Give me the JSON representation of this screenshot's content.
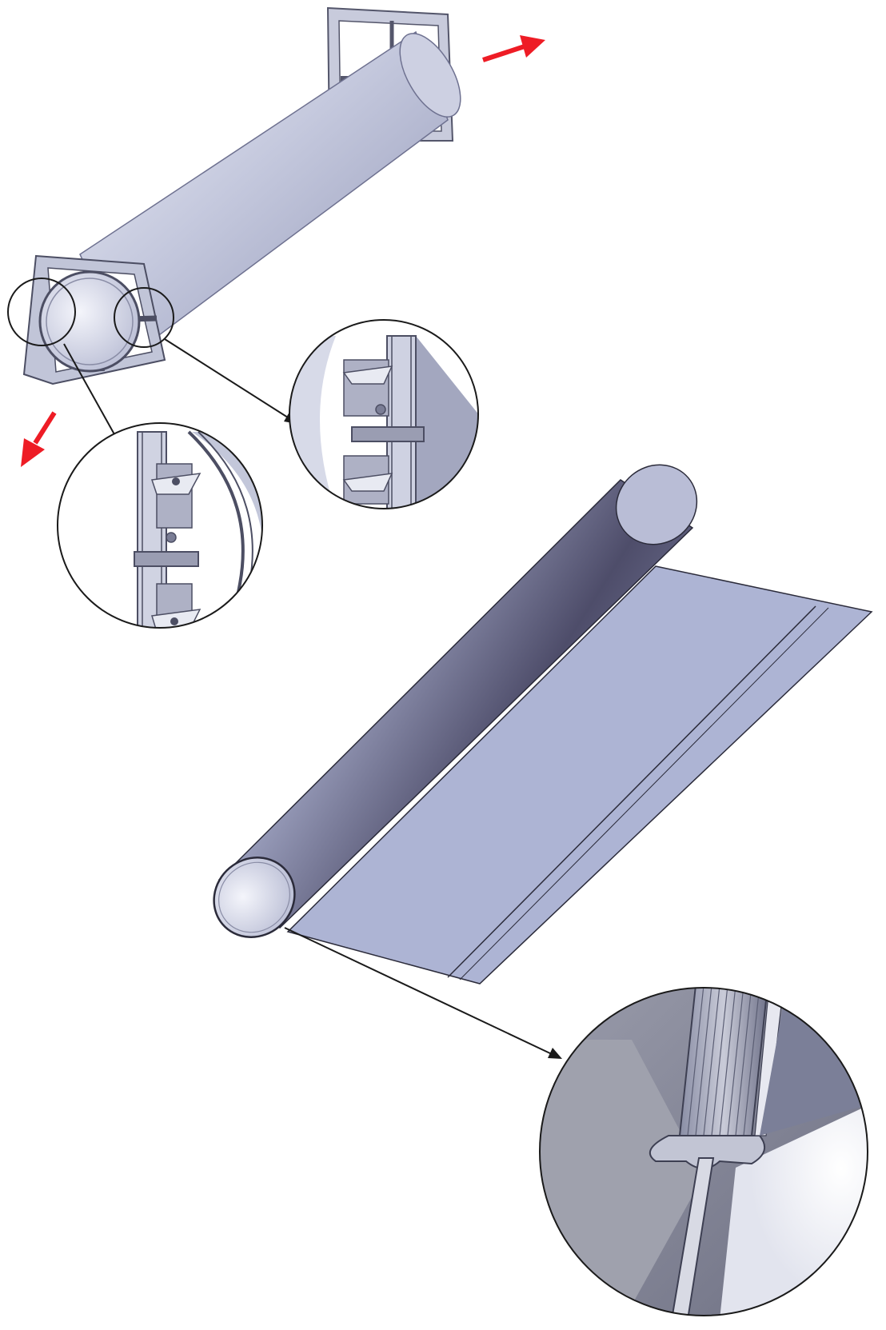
{
  "figure": {
    "kind": "exploded assembly illustration",
    "colors": {
      "tube_light": "#e6e9f4",
      "tube_mid": "#a7acc8",
      "tube_dark": "#4d4c68",
      "sheet": "#adb4d4",
      "sheet_edge": "#2b2b3a",
      "frame": "#b9bdd1",
      "frame_dark": "#54566b",
      "leader_line": "#1a1a1a",
      "direction_arrow": "#ee1c25",
      "detail_outline": "#1a1a1a"
    },
    "icons": {
      "direction_arrow": "red-arrow",
      "leader_arrow": "black-arrowhead"
    }
  }
}
